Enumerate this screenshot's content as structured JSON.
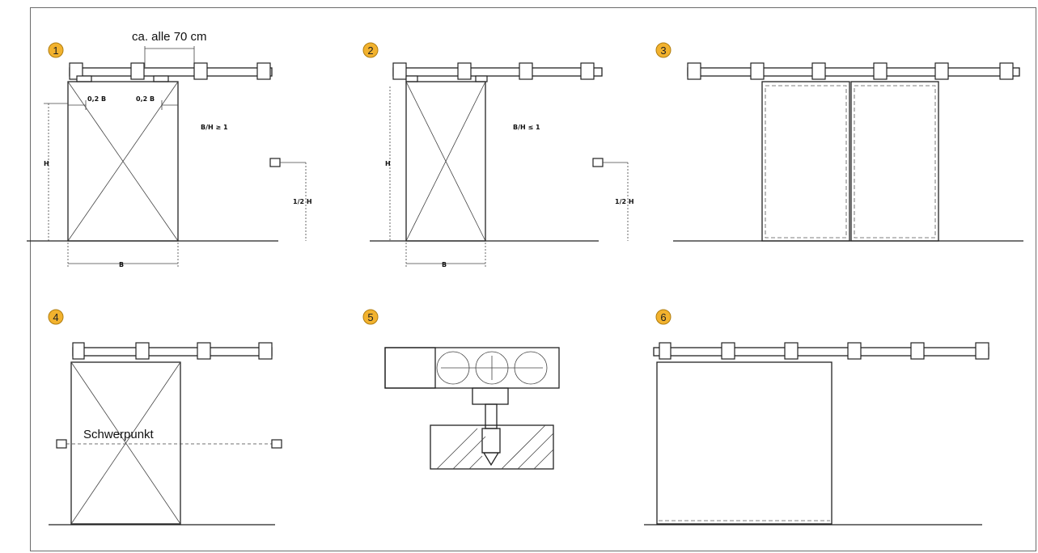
{
  "badges": [
    "1",
    "2",
    "3",
    "4",
    "5",
    "6"
  ],
  "badge_color": "#f2b22e",
  "labels": {
    "spacing": "ca. alle 70 cm",
    "center_of_gravity": "Schwerpunkt",
    "b1": "B",
    "b2": "B",
    "h1": "H",
    "h2": "H",
    "half_h1": "1/2 H",
    "half_h2": "1/2 H",
    "two_b_left": "0,2 B",
    "two_b_right": "0,2 B",
    "ratio_ge": "B/H ≥ 1",
    "ratio_le": "B/H ≤ 1"
  }
}
